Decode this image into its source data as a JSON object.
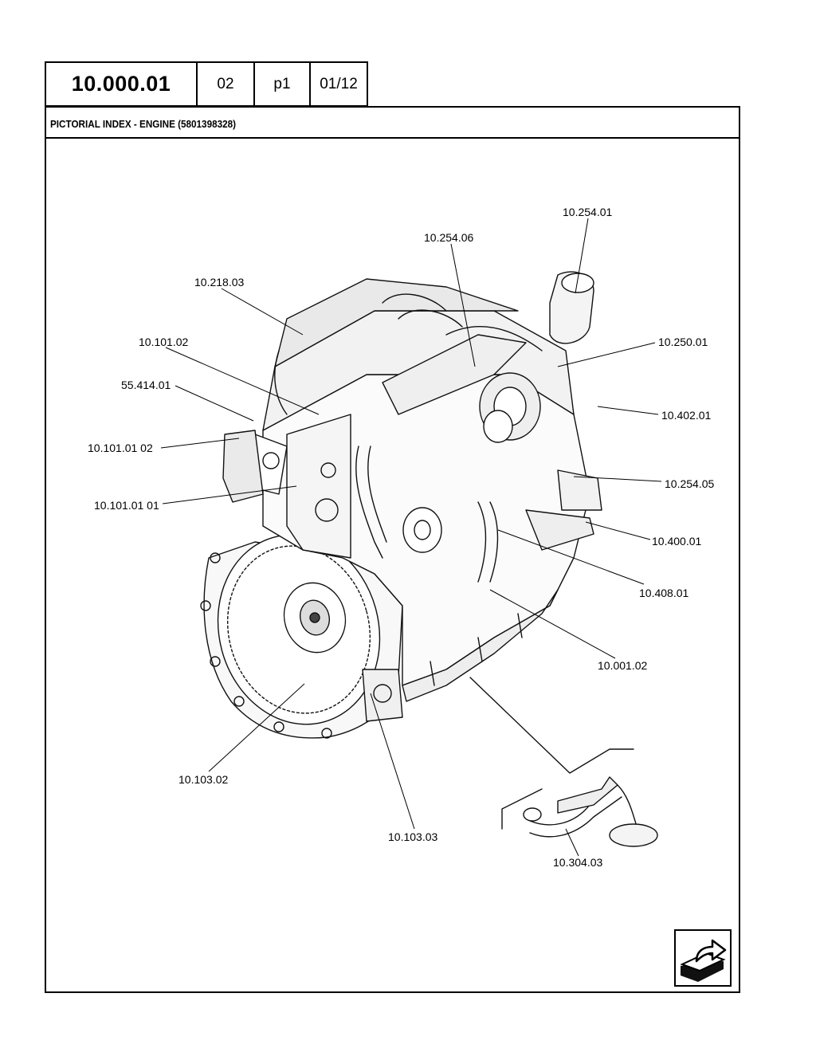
{
  "header": {
    "code": "10.000.01",
    "rev": "02",
    "page": "p1",
    "sheet": "01/12"
  },
  "title": "PICTORIAL INDEX - ENGINE (5801398328)",
  "callouts": {
    "c_10_254_01": "10.254.01",
    "c_10_254_06": "10.254.06",
    "c_10_218_03": "10.218.03",
    "c_10_101_02": "10.101.02",
    "c_10_250_01": "10.250.01",
    "c_55_414_01": "55.414.01",
    "c_10_402_01": "10.402.01",
    "c_10_101_01_02": "10.101.01 02",
    "c_10_254_05": "10.254.05",
    "c_10_101_01_01": "10.101.01 01",
    "c_10_400_01": "10.400.01",
    "c_10_408_01": "10.408.01",
    "c_10_001_02": "10.001.02",
    "c_10_103_02": "10.103.02",
    "c_10_103_03": "10.103.03",
    "c_10_304_03": "10.304.03"
  },
  "icons": {
    "drawing": "engine-exploded-illustration",
    "nav": "next-page-arrow-icon"
  }
}
